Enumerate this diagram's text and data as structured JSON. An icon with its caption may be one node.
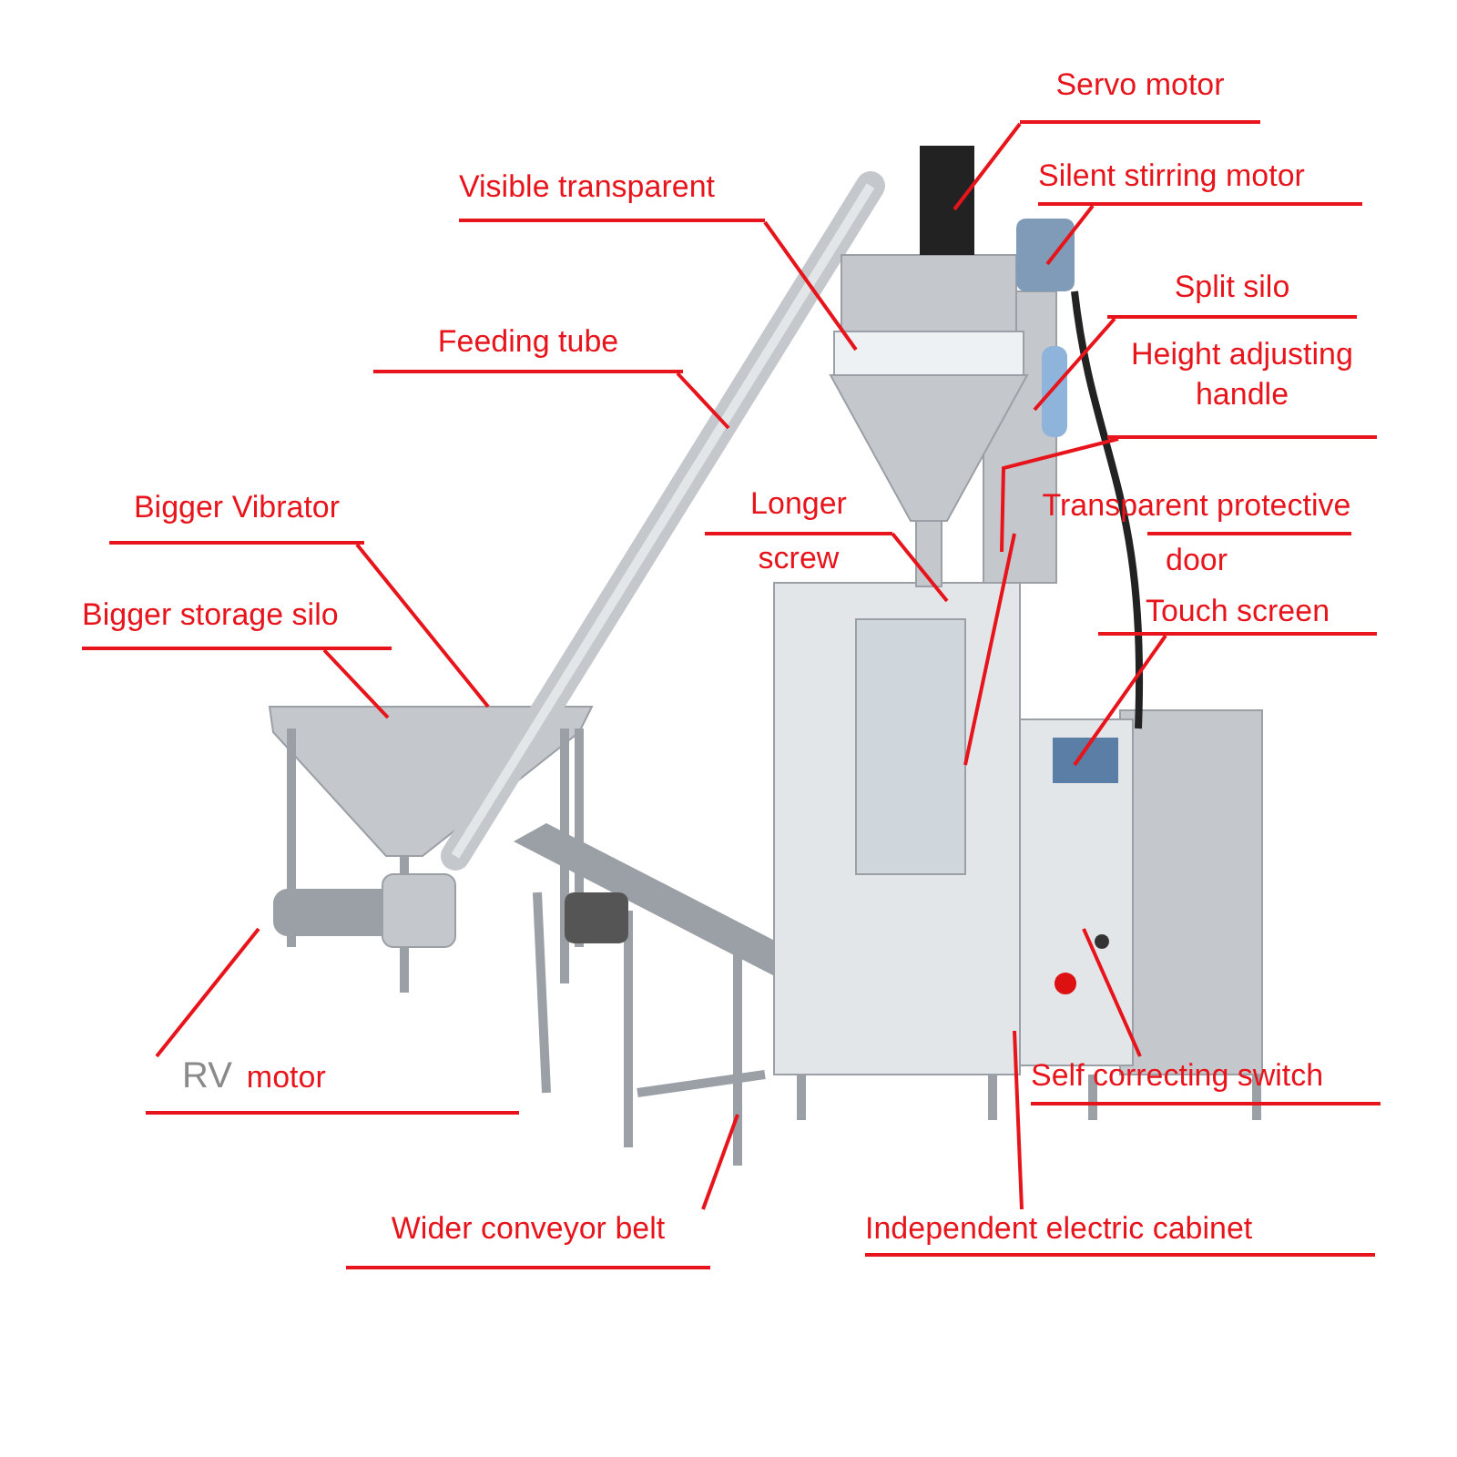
{
  "diagram": {
    "nodes": [
      {
        "text": [
          "Servo motor"
        ]
      },
      {
        "text": [
          "Visible transparent"
        ]
      },
      {
        "text": [
          "Silent stirring motor"
        ]
      },
      {
        "text": [
          "Split silo"
        ]
      },
      {
        "text": [
          "Height adjusting handle"
        ]
      },
      {
        "text": [
          "Feeding tube"
        ]
      },
      {
        "text": [
          "Bigger Vibrator"
        ]
      },
      {
        "text": [
          "Bigger storage silo"
        ]
      },
      {
        "text": [
          "Longer screw"
        ]
      },
      {
        "text": [
          "Transparent protective door"
        ]
      },
      {
        "text": [
          "Touch screen"
        ]
      },
      {
        "text": [
          "RV",
          "motor"
        ]
      },
      {
        "text": [
          "Wider conveyor belt"
        ]
      },
      {
        "text": [
          "Self correcting switch"
        ]
      },
      {
        "text": [
          "Independent electric cabinet"
        ]
      }
    ],
    "edges": [
      {
        "from": 0,
        "to": null,
        "arrow": "none"
      },
      {
        "from": 1,
        "to": null,
        "arrow": "none"
      },
      {
        "from": 2,
        "to": null,
        "arrow": "none"
      },
      {
        "from": 3,
        "to": null,
        "arrow": "none"
      },
      {
        "from": 4,
        "to": null,
        "arrow": "none"
      },
      {
        "from": 5,
        "to": null,
        "arrow": "none"
      },
      {
        "from": 6,
        "to": null,
        "arrow": "none"
      },
      {
        "from": 7,
        "to": null,
        "arrow": "none"
      },
      {
        "from": 8,
        "to": null,
        "arrow": "none"
      },
      {
        "from": 9,
        "to": null,
        "arrow": "none"
      },
      {
        "from": 10,
        "to": null,
        "arrow": "none"
      },
      {
        "from": 11,
        "to": null,
        "arrow": "none"
      },
      {
        "from": 12,
        "to": null,
        "arrow": "none"
      },
      {
        "from": 13,
        "to": null,
        "arrow": "none"
      },
      {
        "from": 14,
        "to": null,
        "arrow": "none"
      }
    ]
  }
}
